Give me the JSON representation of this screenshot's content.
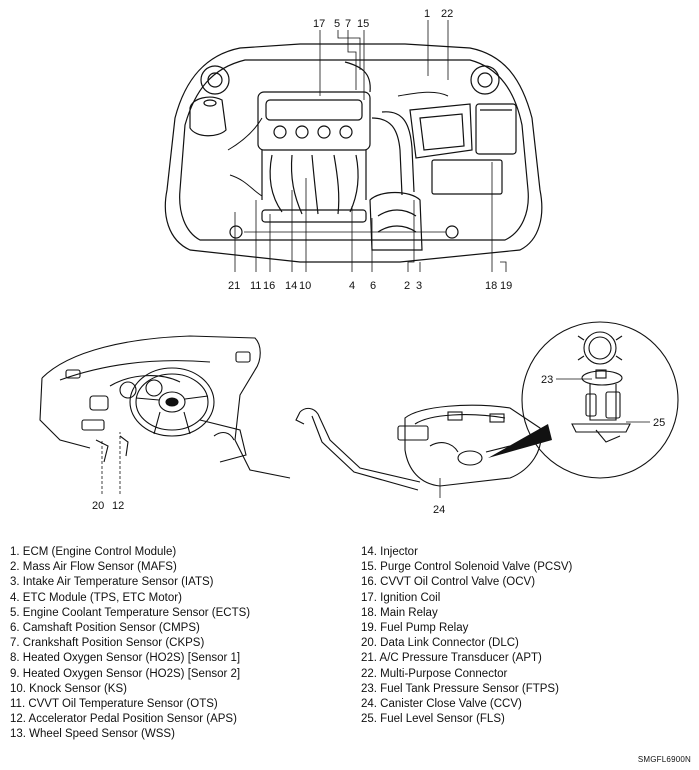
{
  "callouts": {
    "engine_top": [
      "17",
      "5",
      "7",
      "15",
      "1",
      "22"
    ],
    "engine_bottom": [
      "21",
      "11",
      "16",
      "14",
      "10",
      "4",
      "6",
      "2",
      "3",
      "18",
      "19"
    ],
    "dash": [
      "20",
      "12"
    ],
    "tank": [
      "24"
    ],
    "pump": [
      "23",
      "25"
    ]
  },
  "legend": {
    "left": [
      "1. ECM (Engine Control Module)",
      "2. Mass Air Flow Sensor (MAFS)",
      "3. Intake Air Temperature Sensor (IATS)",
      "4. ETC Module (TPS, ETC Motor)",
      "5. Engine Coolant Temperature Sensor (ECTS)",
      "6. Camshaft Position Sensor (CMPS)",
      "7. Crankshaft Position Sensor (CKPS)",
      "8. Heated Oxygen Sensor (HO2S) [Sensor 1]",
      "9. Heated Oxygen Sensor (HO2S) [Sensor 2]",
      "10. Knock Sensor (KS)",
      "11. CVVT Oil Temperature Sensor (OTS)",
      "12. Accelerator Pedal Position Sensor (APS)",
      "13. Wheel Speed Sensor (WSS)"
    ],
    "right": [
      "14. Injector",
      "15. Purge Control Solenoid Valve (PCSV)",
      "16. CVVT Oil Control Valve (OCV)",
      "17. Ignition Coil",
      "18. Main Relay",
      "19. Fuel Pump Relay",
      "20. Data Link Connector (DLC)",
      "21. A/C Pressure Transducer (APT)",
      "22. Multi-Purpose Connector",
      "23. Fuel Tank Pressure Sensor (FTPS)",
      "24. Canister Close Valve (CCV)",
      "25. Fuel Level Sensor (FLS)"
    ]
  },
  "figure_code": "SMGFL6900N"
}
